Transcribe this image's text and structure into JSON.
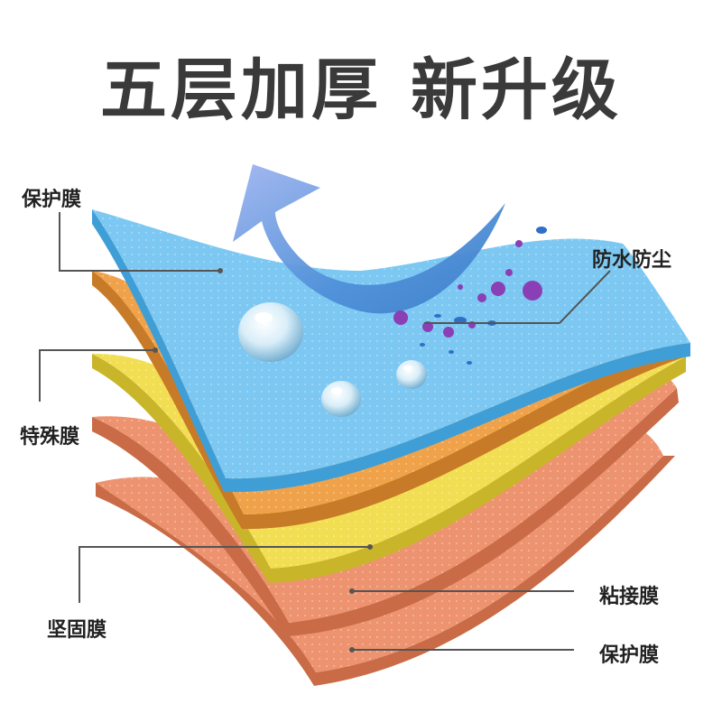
{
  "title": {
    "part1": "五层加厚",
    "part2": "新升级"
  },
  "labels": {
    "protective_film_top": "保护膜",
    "special_film": "特殊膜",
    "firm_film": "坚固膜",
    "waterproof_dustproof": "防水防尘",
    "adhesive_film": "粘接膜",
    "protective_film_bottom": "保护膜"
  },
  "colors": {
    "layer_blue": "#7cc8f2",
    "layer_orange": "#f0a24a",
    "layer_yellow": "#f2de52",
    "layer_salmon": "#ee9370",
    "arrow_blue": "#5b93d9",
    "germ_purple": "#8b3fb5"
  }
}
